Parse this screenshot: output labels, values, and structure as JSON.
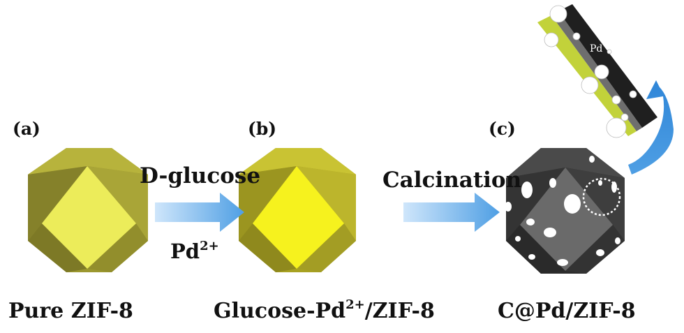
{
  "panels": [
    {
      "tag": "(a)",
      "caption_main": "Pure ZIF-8",
      "caption_sup": "",
      "caption_tail": ""
    },
    {
      "tag": "(b)",
      "caption_main": "Glucose-Pd",
      "caption_sup": "2+",
      "caption_tail": "/ZIF-8"
    },
    {
      "tag": "(c)",
      "caption_main": "C@Pd/ZIF-8",
      "caption_sup": "",
      "caption_tail": ""
    }
  ],
  "step1": {
    "label_top": "D-glucose",
    "label_bottom_main": "Pd",
    "label_bottom_sup": "2+"
  },
  "step2": {
    "label_top": "Calcination"
  },
  "inset": {
    "label": "Pd"
  },
  "colors": {
    "zif_yellow_face": "#ecec5a",
    "zif_olive_dark": "#8e8a2a",
    "glucose_yellow_face": "#f6f21e",
    "carbon_dark": "#3b3b3b",
    "arrow_blue": "#6aaee6"
  }
}
